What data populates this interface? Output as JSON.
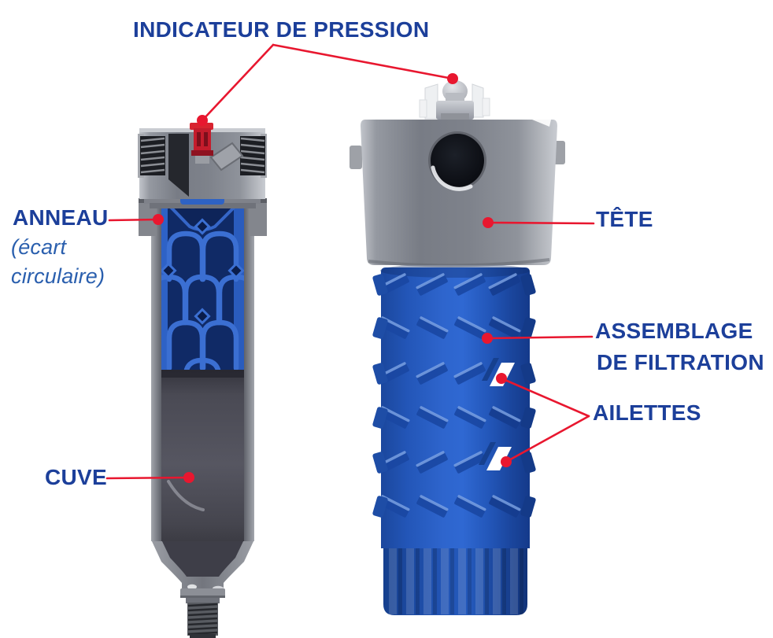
{
  "diagram": {
    "title": "INDICATEUR DE PRESSION",
    "labels": {
      "anneau": "ANNEAU",
      "anneau_sub_line1": "(écart",
      "anneau_sub_line2": "circulaire)",
      "cuve": "CUVE",
      "tete": "TÊTE",
      "assemblage_line1": "ASSEMBLAGE",
      "assemblage_line2": "DE FILTRATION",
      "ailettes": "AILETTES"
    },
    "parts_pointed_at": {
      "indicateur_de_pression_targets": 2,
      "ailettes_targets": 2
    }
  },
  "colors": {
    "label_blue": "#1c3f9a",
    "label_blue_light": "#2a5fae",
    "callout_red": "#e8172f",
    "body_blue_mid": "#2e65cd",
    "body_blue_dark": "#173e8f",
    "fin_blue": "#1a47a2",
    "head_gray": "#82858d",
    "head_gray_light": "#c6c9ce",
    "cuve_gray": "#4a4a54",
    "interior_navy": "#0d2257",
    "arch_blue": "#3b6fd2",
    "valve_red": "#d8232f",
    "ailette_white": "#ffffff",
    "background": "#ffffff"
  }
}
